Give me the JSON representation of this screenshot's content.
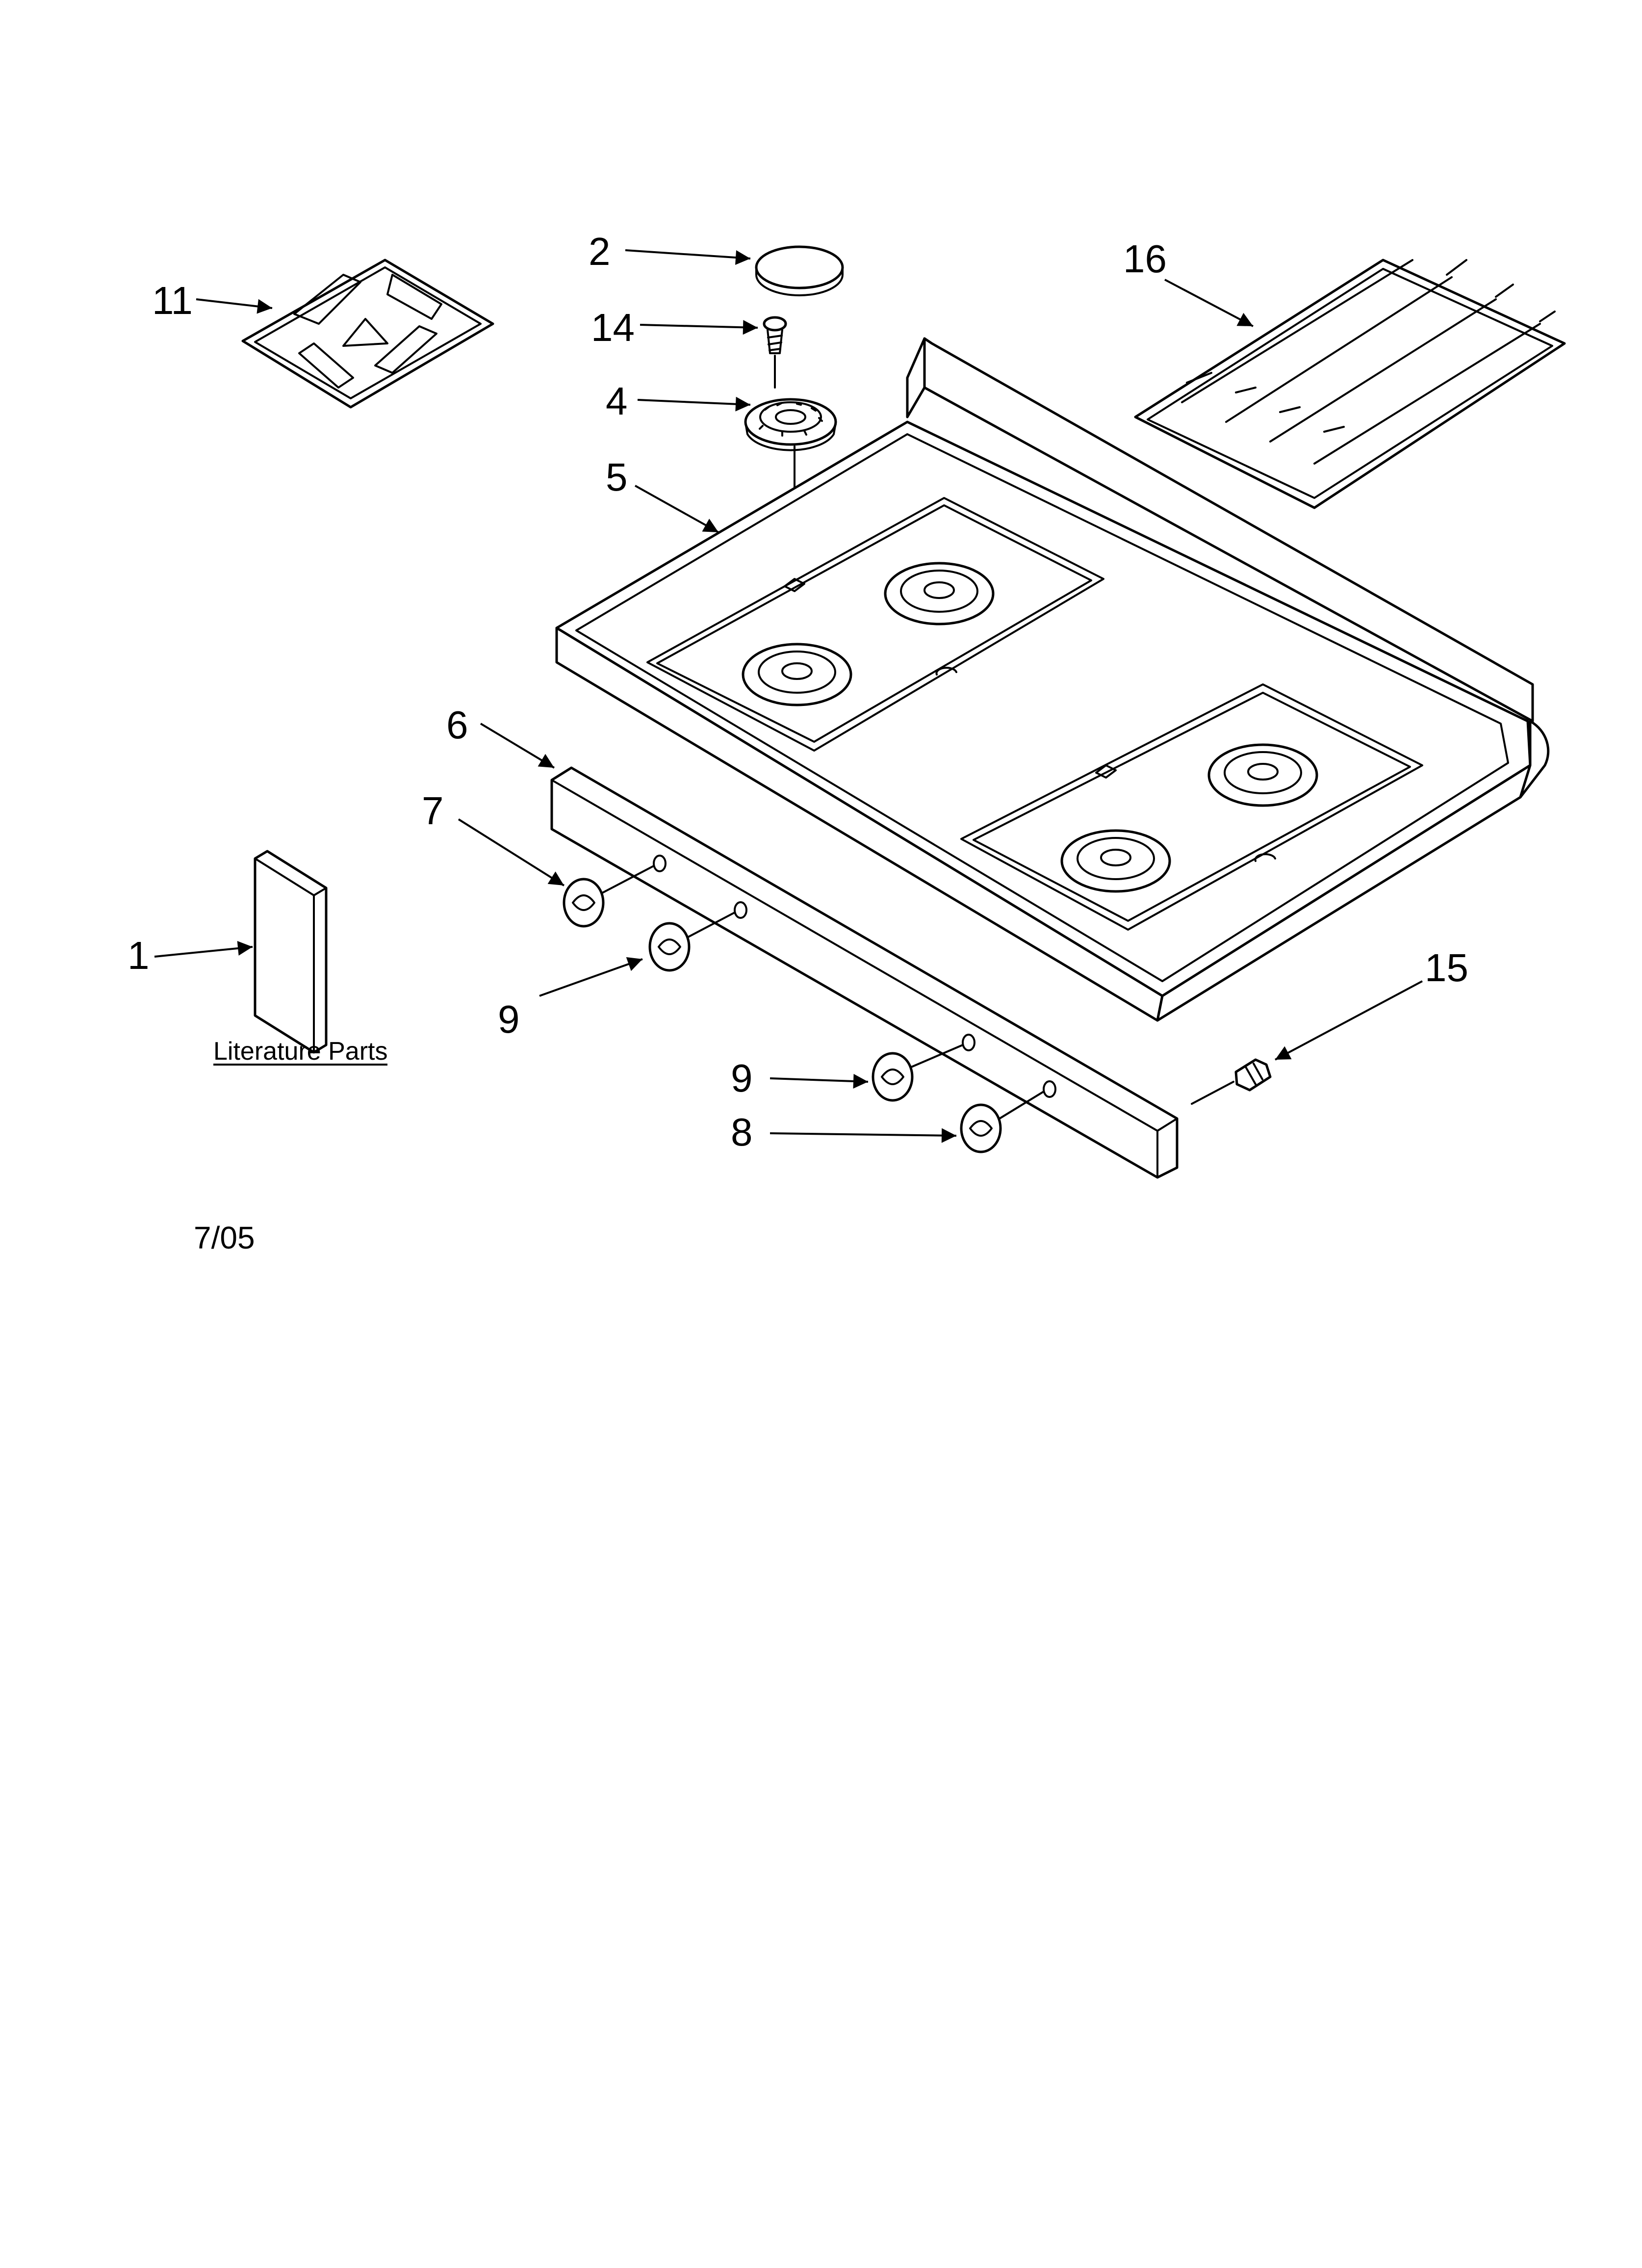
{
  "callouts": {
    "c1": "1",
    "c2": "2",
    "c4": "4",
    "c5": "5",
    "c6": "6",
    "c7": "7",
    "c8": "8",
    "c9a": "9",
    "c9b": "9",
    "c11": "11",
    "c14": "14",
    "c15": "15",
    "c16": "16"
  },
  "literature_caption": "Literature Parts",
  "revision_date": "7/05"
}
